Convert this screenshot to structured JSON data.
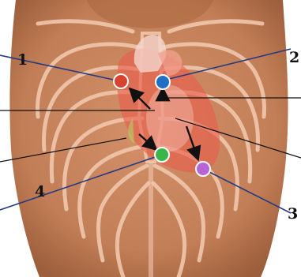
{
  "markers": [
    {
      "label": "1",
      "color": "#d9432e"
    },
    {
      "label": "2",
      "color": "#1f6fc4"
    },
    {
      "label": "3",
      "color": "#b864d6"
    },
    {
      "label": "4",
      "color": "#3ab54a"
    }
  ],
  "colors": {
    "skin": "#c27e56",
    "bone": "#e8b79a",
    "heart": "#e85a4a",
    "leader_line": "#253a82",
    "arrow": "#111111",
    "background": "#ffffff"
  }
}
